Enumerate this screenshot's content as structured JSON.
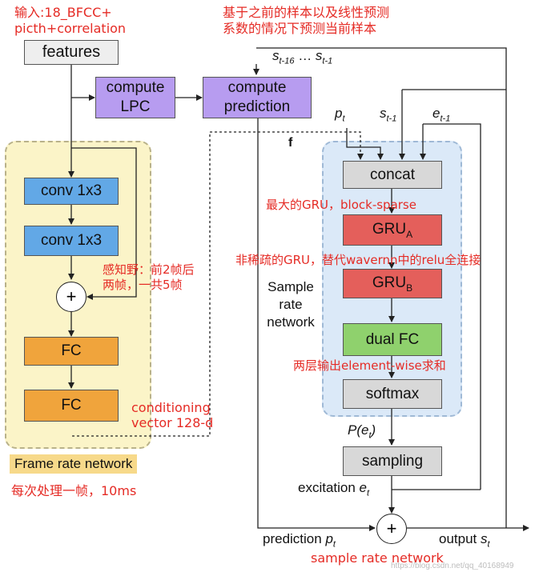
{
  "frame_panel": {
    "title": "Frame rate network",
    "note_bottom": "每次处理一帧，10ms"
  },
  "sample_panel": {
    "label_line1": "Sample",
    "label_line2": "rate",
    "label_line3": "network"
  },
  "boxes": {
    "features": "features",
    "compute_lpc_1": "compute",
    "compute_lpc_2": "LPC",
    "compute_pred_1": "compute",
    "compute_pred_2": "prediction",
    "conv1": "conv 1x3",
    "conv2": "conv 1x3",
    "fc1": "FC",
    "fc2": "FC",
    "concat": "concat",
    "gru_a": "GRU",
    "gru_a_sub": "A",
    "gru_b": "GRU",
    "gru_b_sub": "B",
    "dual_fc": "dual FC",
    "softmax": "softmax",
    "sampling": "sampling"
  },
  "signals": {
    "s_hist_a": "s",
    "s_hist_a_sub": "t-16",
    "s_hist_dots": " … ",
    "s_hist_b": "s",
    "s_hist_b_sub": "t-1",
    "p_t": "p",
    "p_t_sub": "t",
    "s_prev": "s",
    "s_prev_sub": "t-1",
    "e_prev": "e",
    "e_prev_sub": "t-1",
    "f": "f",
    "p_e": "P(e",
    "p_e_sub": "t",
    "p_e_close": ")",
    "excitation": "excitation ",
    "excitation_e": "e",
    "excitation_sub": "t",
    "prediction": "prediction ",
    "prediction_p": "p",
    "prediction_sub": "t",
    "output": "output ",
    "output_s": "s",
    "output_sub": "t",
    "plus": "+"
  },
  "annotations": {
    "input_line1": "输入:18_BFCC+",
    "input_line2": "picth+correlation",
    "lpc_line1": "基于之前的样本以及线性预测",
    "lpc_line2": "系数的情况下预测当前样本",
    "gru_big": "最大的GRU，block-sparse",
    "gru_small": "非稀疏的GRU，替代wavernn中的relu全连接",
    "receptive_line1": "感知野：前2帧后",
    "receptive_line2": "两帧，一共5帧",
    "cond_line1": "conditioning",
    "cond_line2": "vector 128-d",
    "dualfc": "两层输出element-wise求和",
    "sample_rate": "sample rate network",
    "watermark": "https://blog.csdn.net/qq_40168949"
  },
  "colors": {
    "lpc_box": "#b79cf0",
    "conv_box": "#62a8e6",
    "fc_box": "#f0a43c",
    "gru_box": "#e45f5b",
    "dualfc_box": "#8fd16d",
    "grey_box": "#d8d8d8",
    "frame_panel_bg": "#fbf4c8",
    "sample_panel_bg": "#dbe9f8",
    "annotation_red": "#e52b25"
  }
}
